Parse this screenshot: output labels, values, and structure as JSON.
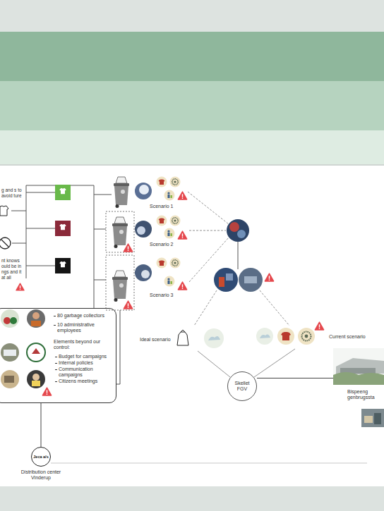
{
  "diagram": {
    "nodes": [
      {
        "text": [
          "80 garbage collectors",
          "10 administrative employees",
          "Elements beyond our control:",
          "Budget for campaigns",
          "Internal policies",
          "Communication campaigns",
          "Citizens meetings"
        ]
      },
      {
        "text": [
          "Skellet FGV"
        ]
      },
      {
        "text": [
          "Jeca a/s",
          "Distribution center Vinderup"
        ]
      },
      {
        "text": [
          "Bispeeng genbrugssta"
        ]
      }
    ],
    "edges": [
      {
        "from": 0,
        "to": 2,
        "arrow": "none"
      },
      {
        "from": 1,
        "to": 3,
        "arrow": "none"
      }
    ],
    "labels": [
      "g and s to avoid ture",
      "nt knows ould be in ngs and it at all",
      "Scenario 1",
      "Scenario 2",
      "Scenario 3",
      "Ideal scenario",
      "Current scenario"
    ]
  }
}
